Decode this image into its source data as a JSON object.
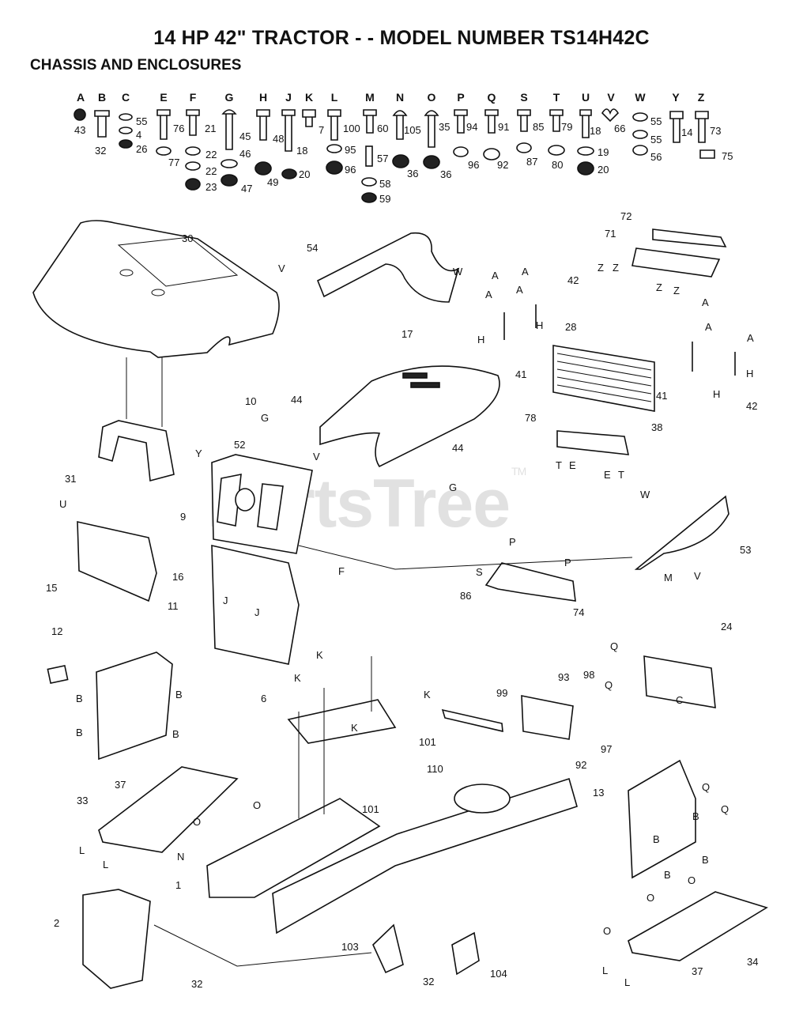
{
  "header": {
    "title": "14 HP 42\" TRACTOR - - MODEL NUMBER TS14H42C",
    "subtitle": "CHASSIS AND ENCLOSURES"
  },
  "watermark": {
    "text": "PartsTree",
    "mark": "TM"
  },
  "hardware_letters": [
    "A",
    "B",
    "C",
    "E",
    "F",
    "G",
    "H",
    "J",
    "K",
    "L",
    "M",
    "N",
    "O",
    "P",
    "Q",
    "S",
    "T",
    "U",
    "V",
    "W",
    "Y",
    "Z"
  ],
  "hardware_numbers": [
    "43",
    "32",
    "55",
    "4",
    "26",
    "76",
    "77",
    "21",
    "22",
    "22",
    "23",
    "45",
    "46",
    "47",
    "48",
    "49",
    "18",
    "20",
    "7",
    "100",
    "95",
    "96",
    "60",
    "57",
    "58",
    "59",
    "105",
    "36",
    "35",
    "36",
    "94",
    "96",
    "91",
    "92",
    "85",
    "87",
    "79",
    "80",
    "18",
    "19",
    "20",
    "66",
    "55",
    "55",
    "56",
    "14",
    "73",
    "75"
  ],
  "callouts": [
    "30",
    "54",
    "17",
    "72",
    "71",
    "42",
    "28",
    "41",
    "41",
    "42",
    "10",
    "44",
    "52",
    "31",
    "9",
    "44",
    "78",
    "38",
    "15",
    "16",
    "53",
    "74",
    "86",
    "11",
    "12",
    "6",
    "99",
    "93",
    "98",
    "97",
    "92",
    "24",
    "101",
    "110",
    "101",
    "33",
    "37",
    "13",
    "1",
    "2",
    "32",
    "103",
    "32",
    "104",
    "37",
    "34"
  ],
  "ref_letters": [
    "V",
    "W",
    "A",
    "A",
    "A",
    "A",
    "H",
    "H",
    "H",
    "A",
    "A",
    "A",
    "H",
    "Z",
    "Z",
    "Z",
    "Z",
    "G",
    "V",
    "Y",
    "G",
    "T",
    "E",
    "E",
    "T",
    "U",
    "F",
    "W",
    "M",
    "V",
    "P",
    "P",
    "S",
    "J",
    "J",
    "K",
    "K",
    "K",
    "K",
    "B",
    "B",
    "B",
    "B",
    "Q",
    "Q",
    "C",
    "Q",
    "Q",
    "B",
    "B",
    "B",
    "B",
    "O",
    "O",
    "O",
    "L",
    "N",
    "L",
    "O",
    "L",
    "L",
    "O"
  ]
}
